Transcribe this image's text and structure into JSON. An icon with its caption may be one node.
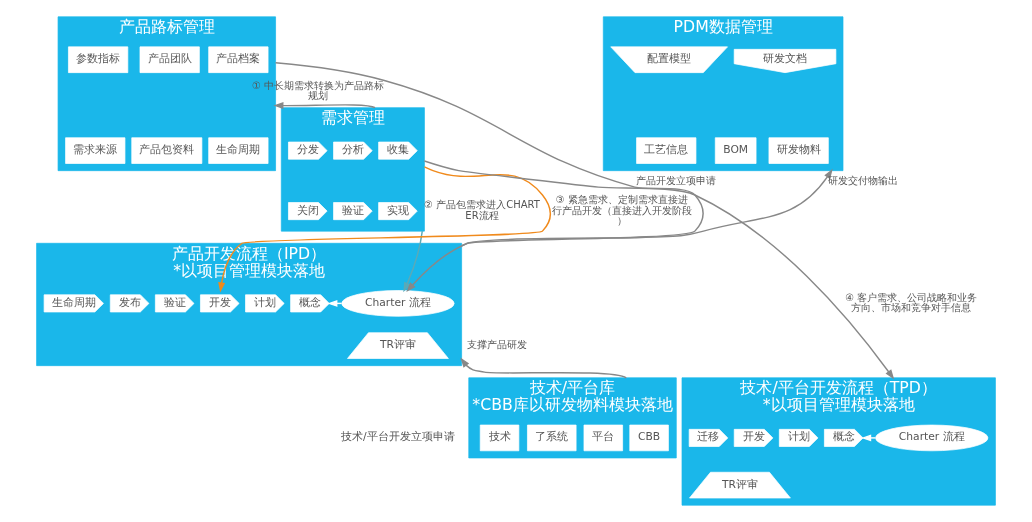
{
  "diagram": {
    "nodes": [
      {
        "text": [
          "需求管理"
        ]
      },
      {
        "text": [
          "收集"
        ],
        "in": 0
      },
      {
        "text": [
          "分析"
        ],
        "in": 0
      },
      {
        "text": [
          "分发"
        ],
        "in": 0
      },
      {
        "text": [
          "实现"
        ],
        "in": 0
      },
      {
        "text": [
          "验证"
        ],
        "in": 0
      },
      {
        "text": [
          "关闭"
        ],
        "in": 0
      },
      {
        "text": [
          "产品路标管理"
        ]
      },
      {
        "text": [
          "产品档案"
        ],
        "in": 7
      },
      {
        "text": [
          "产品团队"
        ],
        "in": 7
      },
      {
        "text": [
          "参数指标"
        ],
        "in": 7
      },
      {
        "text": [
          "生命周期"
        ],
        "in": 7
      },
      {
        "text": [
          "产品包资料"
        ],
        "in": 7
      },
      {
        "text": [
          "需求来源"
        ],
        "in": 7
      },
      {
        "text": [
          "PDM数据管理"
        ]
      },
      {
        "text": [
          "研发文档"
        ],
        "in": 14
      },
      {
        "text": [
          "配置模型"
        ],
        "in": 14
      },
      {
        "text": [
          "研发物料"
        ],
        "in": 14
      },
      {
        "text": [
          "BOM"
        ],
        "in": 14
      },
      {
        "text": [
          "工艺信息"
        ],
        "in": 14
      },
      {
        "text": [
          "产品开发流程（IPD）",
          "*以项目管理模块落地"
        ]
      },
      {
        "text": [
          "Charter 流程"
        ],
        "in": 20
      },
      {
        "text": [
          "概念"
        ],
        "in": 20
      },
      {
        "text": [
          "计划"
        ],
        "in": 20
      },
      {
        "text": [
          "开发"
        ],
        "in": 20
      },
      {
        "text": [
          "验证"
        ],
        "in": 20
      },
      {
        "text": [
          "发布"
        ],
        "in": 20
      },
      {
        "text": [
          "生命周期"
        ],
        "in": 20
      },
      {
        "text": [
          "TR评审"
        ],
        "in": 20
      },
      {
        "text": [
          "技术/平台开发流程（TPD）",
          "*以项目管理模块落地"
        ]
      },
      {
        "text": [
          "Charter 流程"
        ],
        "in": 29
      },
      {
        "text": [
          "概念"
        ],
        "in": 29
      },
      {
        "text": [
          "计划"
        ],
        "in": 29
      },
      {
        "text": [
          "开发"
        ],
        "in": 29
      },
      {
        "text": [
          "迁移"
        ],
        "in": 29
      },
      {
        "text": [
          "TR评审"
        ],
        "in": 29
      },
      {
        "text": [
          "技术/平台库",
          "*CBB库以研发物料模块落地"
        ]
      },
      {
        "text": [
          "CBB"
        ],
        "in": 36
      },
      {
        "text": [
          "平台"
        ],
        "in": 36
      },
      {
        "text": [
          "了系统"
        ],
        "in": 36
      },
      {
        "text": [
          "技术"
        ],
        "in": 36
      }
    ],
    "edges": [
      {
        "from": 0,
        "to": 7,
        "arrow": "to",
        "label": "① 中长期需求转换为产品路标规划"
      },
      {
        "from": 0,
        "to": 21,
        "arrow": "to",
        "label": "② 产品包需求进入CHARTER流程",
        "color": "#5aaab8"
      },
      {
        "from": 7,
        "to": 21,
        "arrow": "to",
        "label": "产品开发立项申请"
      },
      {
        "from": 0,
        "to": 24,
        "arrow": "to",
        "label": "③ 紧急需求、定制需求直接进行产品开发（直接进入开发阶段）",
        "color": "#f08a1c"
      },
      {
        "from": 0,
        "to": 29,
        "arrow": "to",
        "label": "④ 客户需求、公司战略和业务方向、市场和竞争对手信息"
      },
      {
        "from": 21,
        "to": 22,
        "arrow": "to",
        "color": "#ffffff"
      },
      {
        "from": 30,
        "to": 31,
        "arrow": "to",
        "color": "#ffffff"
      },
      {
        "from": 20,
        "to": 14,
        "arrow": "to",
        "label": "研发交付物输出"
      },
      {
        "from": 36,
        "to": 20,
        "arrow": "to",
        "label": "支撑产品研发"
      }
    ],
    "labels": [
      "技术/平台开发立项申请"
    ]
  }
}
